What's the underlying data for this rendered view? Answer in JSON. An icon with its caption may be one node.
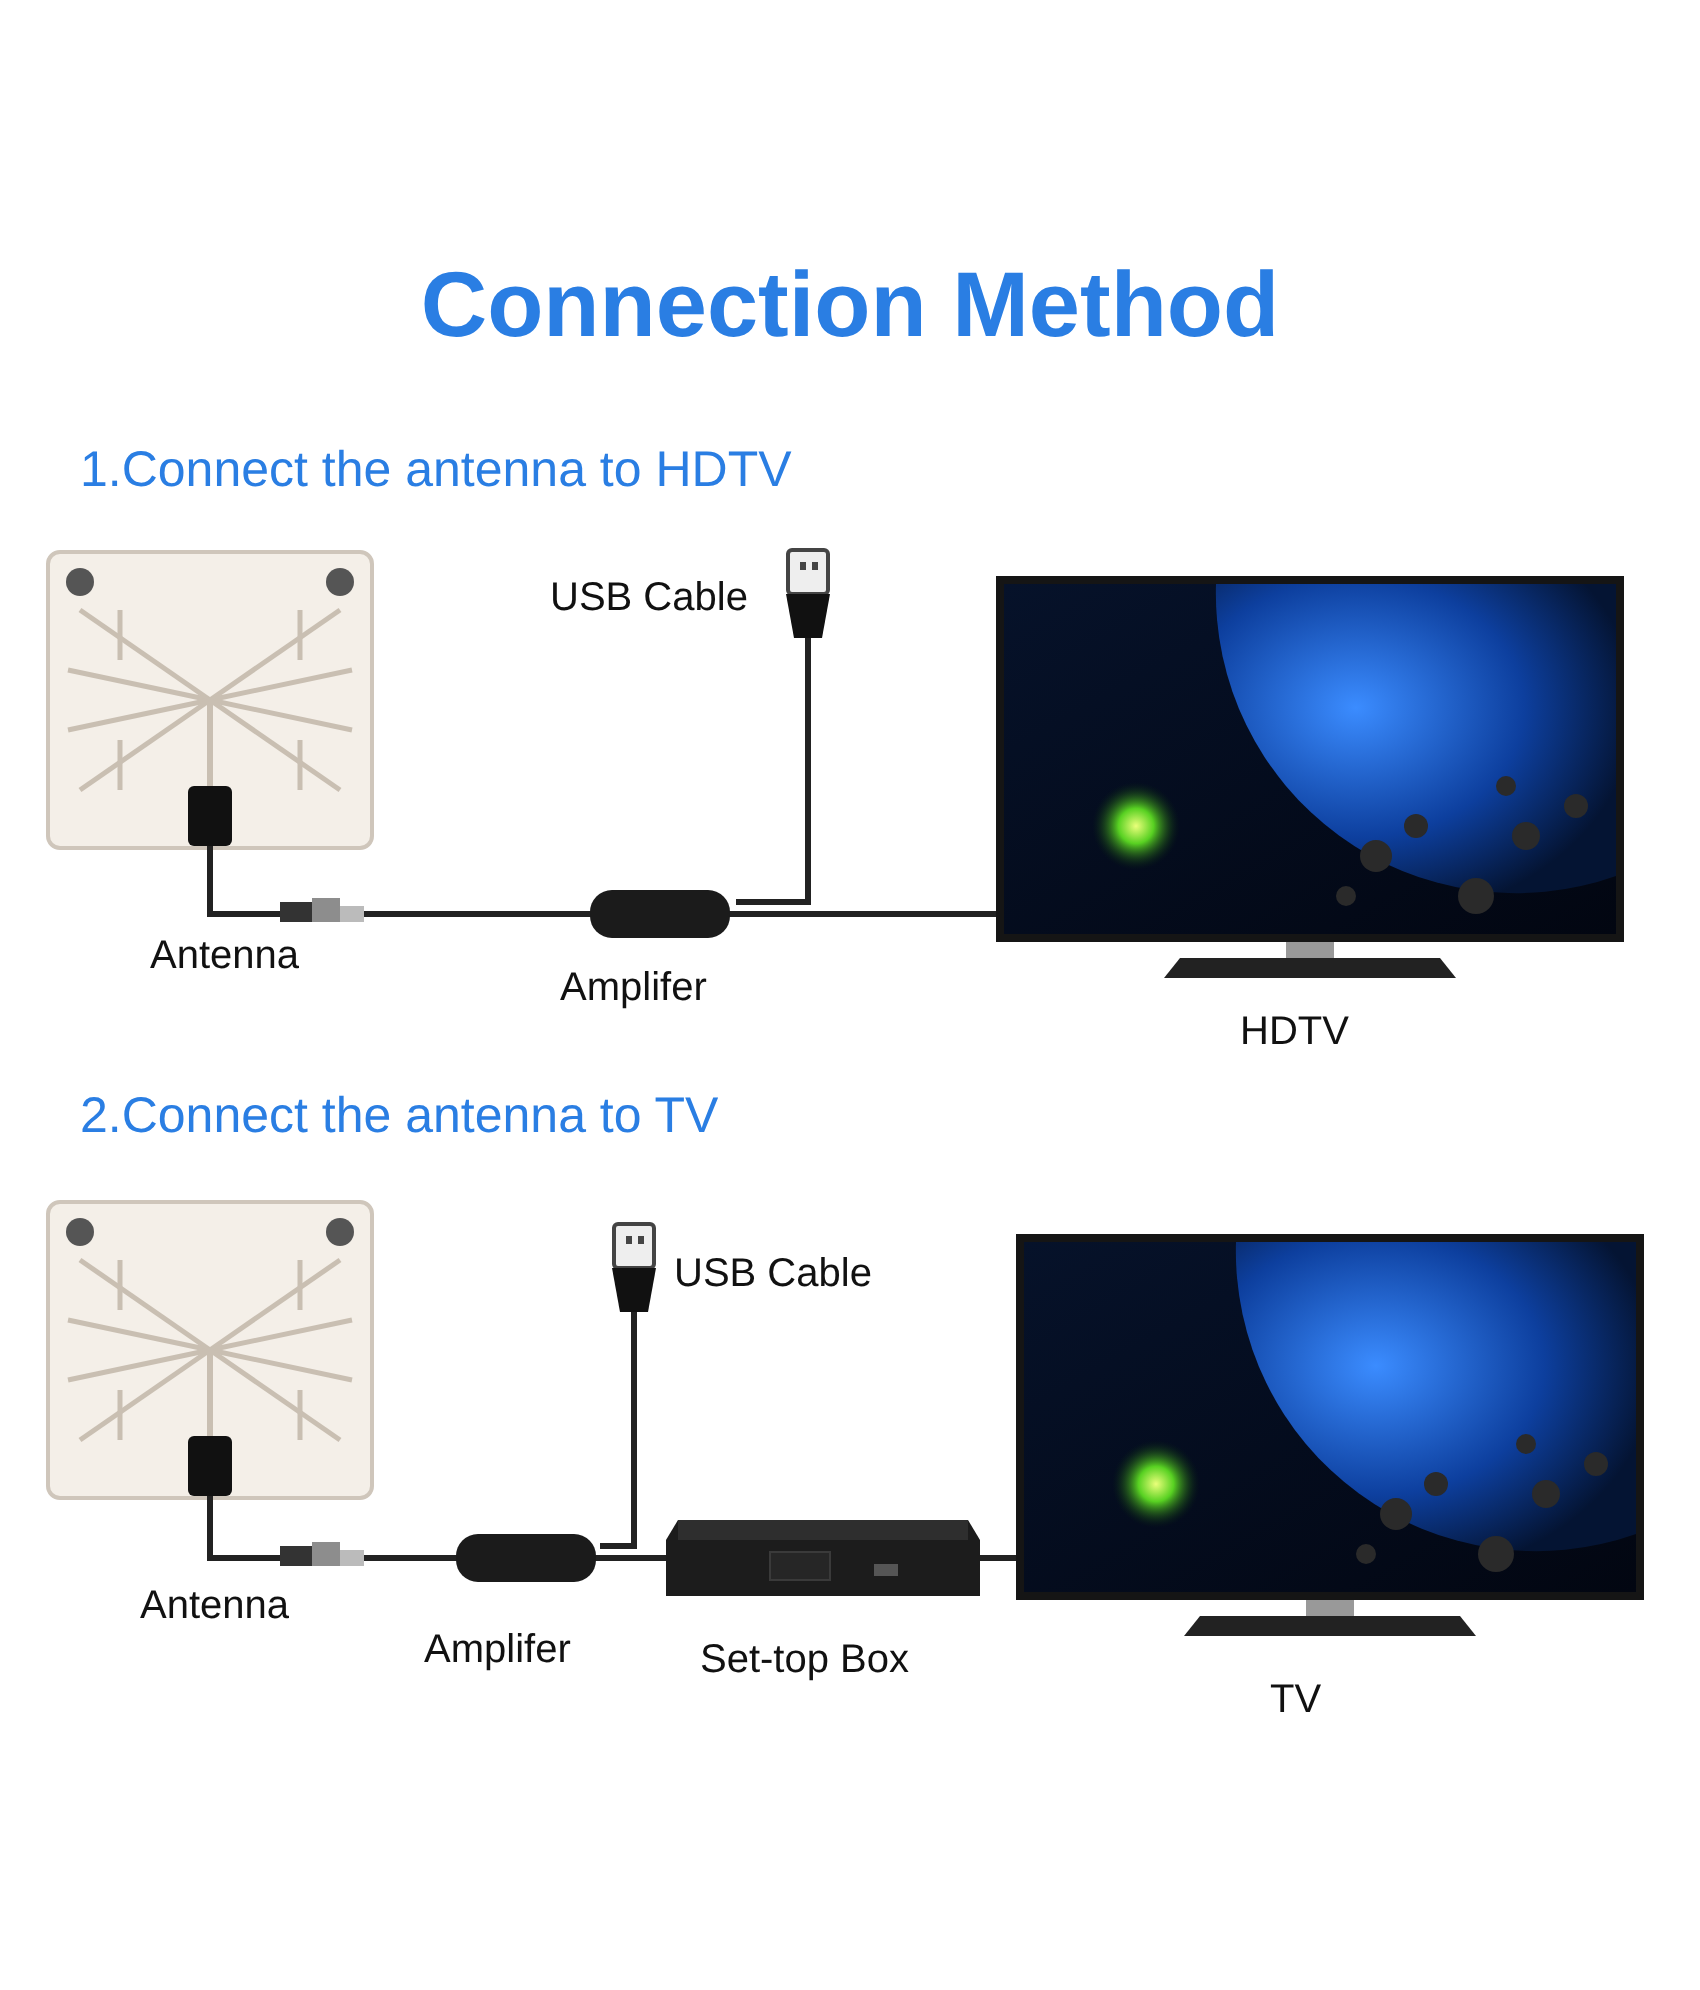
{
  "diagram": {
    "title": "Connection Method",
    "nodes": [
      {
        "text": [
          "Antenna"
        ]
      },
      {
        "text": [
          "Amplifer"
        ]
      },
      {
        "text": [
          "USB Cable"
        ]
      },
      {
        "text": [
          "HDTV"
        ]
      },
      {
        "text": [
          "Antenna"
        ]
      },
      {
        "text": [
          "Amplifer"
        ]
      },
      {
        "text": [
          "USB Cable"
        ]
      },
      {
        "text": [
          "Set-top Box"
        ]
      },
      {
        "text": [
          "TV"
        ]
      }
    ],
    "edges": [
      {
        "from": 0,
        "to": 1,
        "arrow": "none"
      },
      {
        "from": 2,
        "to": 1,
        "arrow": "none"
      },
      {
        "from": 1,
        "to": 3,
        "arrow": "none"
      },
      {
        "from": 4,
        "to": 5,
        "arrow": "none"
      },
      {
        "from": 6,
        "to": 5,
        "arrow": "none"
      },
      {
        "from": 5,
        "to": 7,
        "arrow": "none"
      },
      {
        "from": 7,
        "to": 8,
        "arrow": "none"
      }
    ],
    "labels": [
      "1.Connect the antenna to HDTV",
      "2.Connect the antenna to TV"
    ]
  }
}
